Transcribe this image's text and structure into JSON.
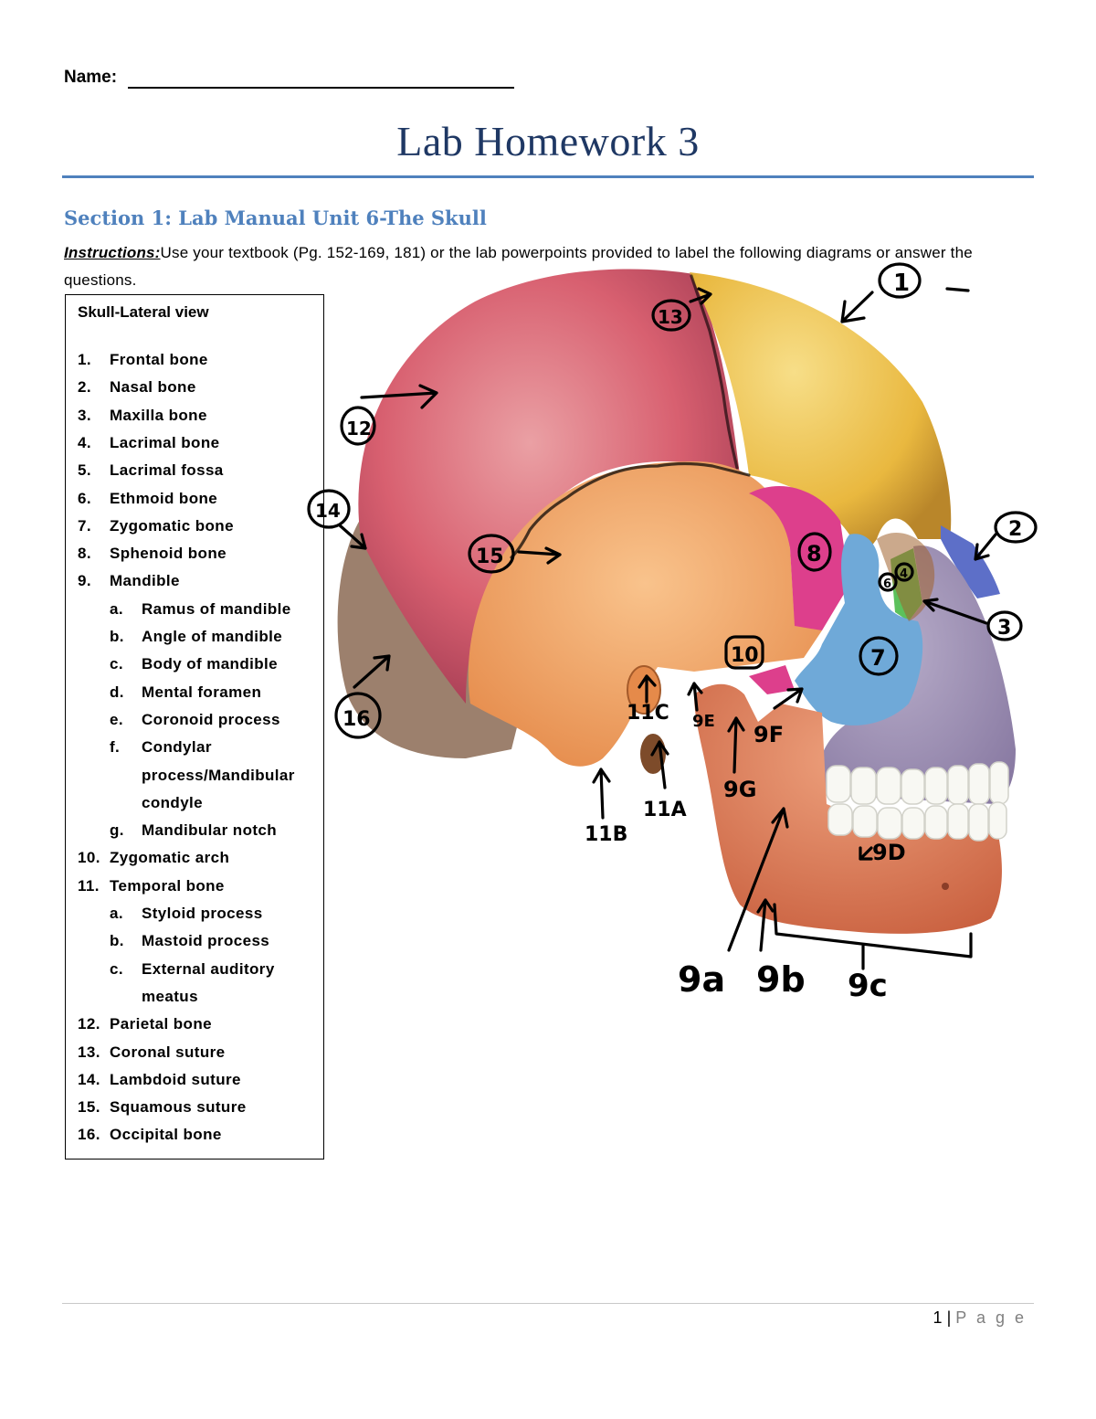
{
  "header": {
    "name_label": "Name:",
    "title": "Lab Homework 3"
  },
  "section": {
    "heading": "Section 1: Lab Manual Unit 6-The Skull",
    "instructions_label": "Instructions:",
    "instructions_text": "Use your textbook (Pg. 152-169, 181) or the lab powerpoints provided to label the following diagrams or answer the questions."
  },
  "legend": {
    "title": "Skull-Lateral view",
    "items": [
      {
        "num": "1.",
        "text": "Frontal bone"
      },
      {
        "num": "2.",
        "text": "Nasal bone"
      },
      {
        "num": "3.",
        "text": "Maxilla bone"
      },
      {
        "num": "4.",
        "text": "Lacrimal bone"
      },
      {
        "num": "5.",
        "text": "Lacrimal fossa"
      },
      {
        "num": "6.",
        "text": "Ethmoid bone"
      },
      {
        "num": "7.",
        "text": "Zygomatic bone"
      },
      {
        "num": "8.",
        "text": "Sphenoid bone"
      },
      {
        "num": "9.",
        "text": "Mandible"
      },
      {
        "num": "a.",
        "text": "Ramus of mandible"
      },
      {
        "num": "b.",
        "text": "Angle of mandible"
      },
      {
        "num": "c.",
        "text": "Body of mandible"
      },
      {
        "num": "d.",
        "text": "Mental foramen"
      },
      {
        "num": "e.",
        "text": "Coronoid process"
      },
      {
        "num": "f.",
        "text": "Condylar"
      },
      {
        "num": "",
        "text": "process/Mandibular"
      },
      {
        "num": "",
        "text": "condyle"
      },
      {
        "num": "g.",
        "text": "Mandibular notch"
      },
      {
        "num": "10.",
        "text": "Zygomatic arch"
      },
      {
        "num": "11.",
        "text": "Temporal bone"
      },
      {
        "num": "a.",
        "text": "Styloid process"
      },
      {
        "num": "b.",
        "text": "Mastoid process"
      },
      {
        "num": "c.",
        "text": "External auditory"
      },
      {
        "num": "",
        "text": "meatus"
      },
      {
        "num": "12.",
        "text": "Parietal bone"
      },
      {
        "num": "13.",
        "text": "Coronal suture"
      },
      {
        "num": "14.",
        "text": "Lambdoid suture"
      },
      {
        "num": "15.",
        "text": "Squamous suture"
      },
      {
        "num": "16.",
        "text": "Occipital bone"
      }
    ]
  },
  "annotations": {
    "a1": "1",
    "a2": "2",
    "a3": "3",
    "a4": "4",
    "a6": "6",
    "a7": "7",
    "a8": "8",
    "a10": "10",
    "a12": "12",
    "a13": "13",
    "a14": "14",
    "a15": "15",
    "a16": "16",
    "a9a": "9a",
    "a9b": "9b",
    "a9c": "9c",
    "a9d": "9D",
    "a9e": "9E",
    "a9f": "9F",
    "a9g": "9G",
    "a11a": "11A",
    "a11b": "11B",
    "a11c": "11C"
  },
  "footer": {
    "page_number": "1",
    "separator": "|",
    "page_label": "P a g e"
  },
  "colors": {
    "title": "#1f3864",
    "heading": "#4f81bd",
    "parietal": "#d86070",
    "frontal": "#e9b83f",
    "temporal": "#f2a35e",
    "occipital": "#9c806d",
    "sphenoid": "#dd3f8c",
    "zygomatic": "#6fa9d8",
    "maxilla": "#9688ad",
    "nasal": "#5d6fc8",
    "ethmoid": "#5cc15c",
    "mandible": "#e07f5c"
  }
}
